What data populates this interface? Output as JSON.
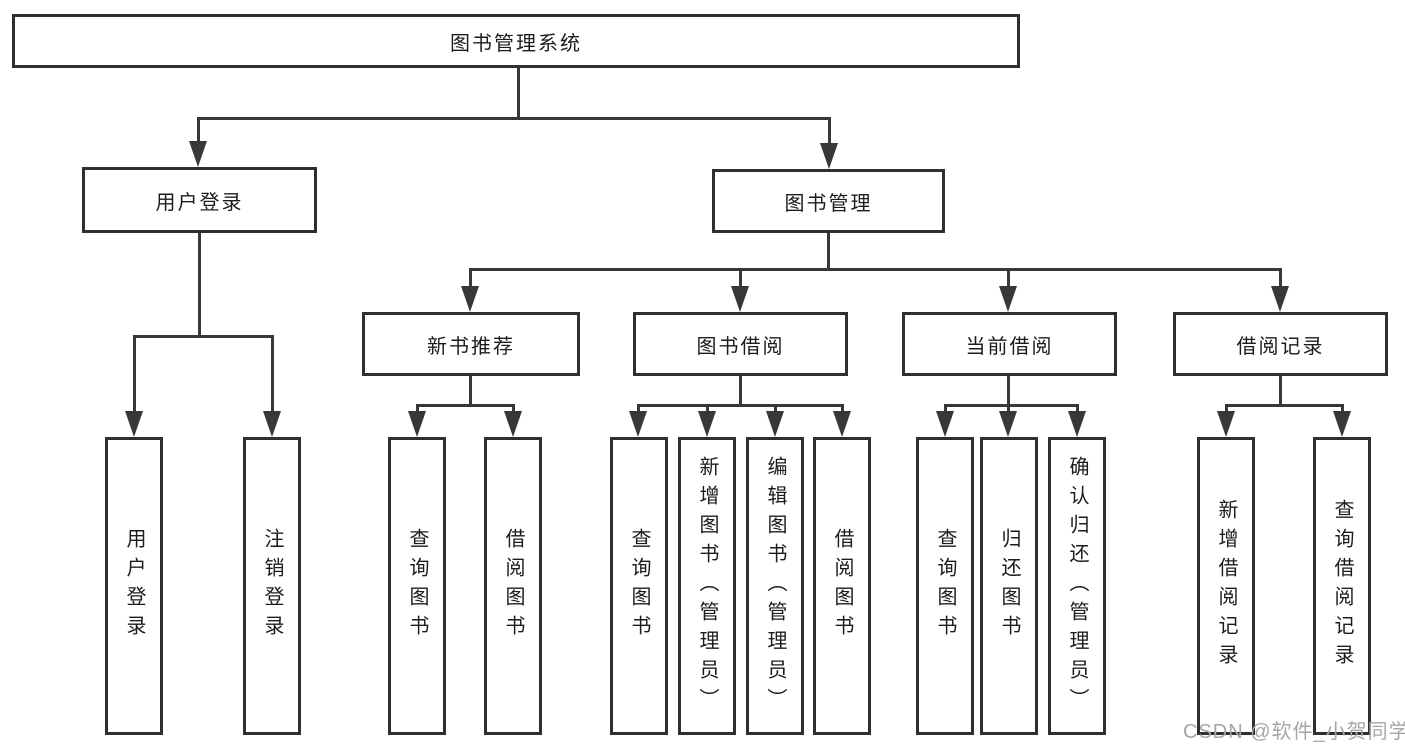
{
  "tree": {
    "label": "图书管理系统",
    "children": [
      {
        "label": "用户登录",
        "children": [
          {
            "label": "用户登录"
          },
          {
            "label": "注销登录"
          }
        ]
      },
      {
        "label": "图书管理",
        "children": [
          {
            "label": "新书推荐",
            "children": [
              {
                "label": "查询图书"
              },
              {
                "label": "借阅图书"
              }
            ]
          },
          {
            "label": "图书借阅",
            "children": [
              {
                "label": "查询图书"
              },
              {
                "label": "新增图书（管理员）"
              },
              {
                "label": "编辑图书（管理员）"
              },
              {
                "label": "借阅图书"
              }
            ]
          },
          {
            "label": "当前借阅",
            "children": [
              {
                "label": "查询图书"
              },
              {
                "label": "归还图书"
              },
              {
                "label": "确认归还（管理员）"
              }
            ]
          },
          {
            "label": "借阅记录",
            "children": [
              {
                "label": "新增借阅记录"
              },
              {
                "label": "查询借阅记录"
              }
            ]
          }
        ]
      }
    ]
  },
  "watermark": {
    "text": "CSDN @软件_小贺同学"
  },
  "colors": {
    "line": "#383838",
    "border": "#2f2f2f",
    "text": "#1c1c1c",
    "watermark": "#a6a6a6"
  }
}
